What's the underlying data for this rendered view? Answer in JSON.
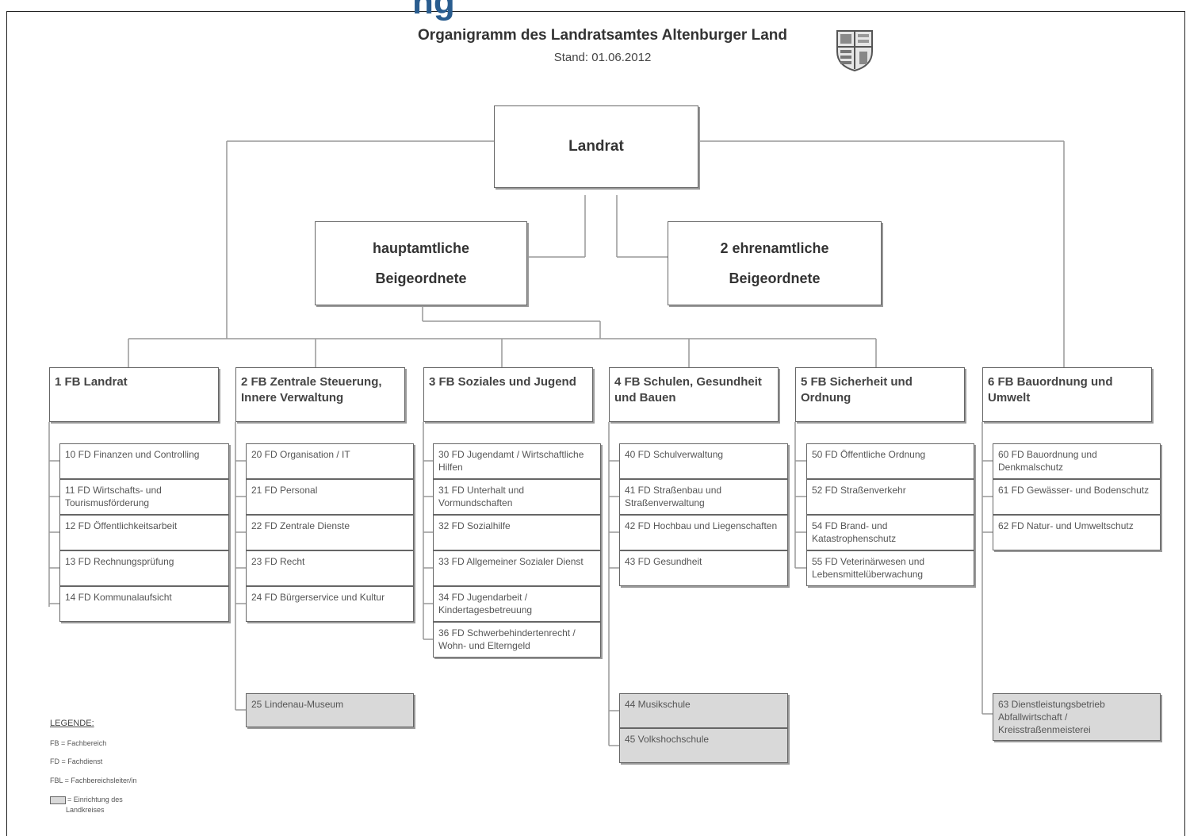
{
  "header": {
    "fragment": "ng",
    "title": "Organigramm des Landratsamtes Altenburger Land",
    "subtitle": "Stand: 01.06.2012",
    "logo": "coat-of-arms"
  },
  "top": {
    "landrat": "Landrat",
    "haupt_line1": "hauptamtliche",
    "haupt_line2": "Beigeordnete",
    "ehren_line1": "2 ehrenamtliche",
    "ehren_line2": "Beigeordnete"
  },
  "fachbereiche": [
    {
      "label": "1 FB Landrat",
      "dienste": [
        "10 FD Finanzen und Controlling",
        "11 FD Wirtschafts- und Tourismusförderung",
        "12 FD Öffentlichkeitsarbeit",
        "13 FD Rechnungsprüfung",
        "14 FD Kommunalaufsicht"
      ],
      "einrichtungen": []
    },
    {
      "label": "2 FB Zentrale Steuerung, Innere Verwaltung",
      "dienste": [
        "20 FD Organisation / IT",
        "21 FD Personal",
        "22 FD Zentrale Dienste",
        "23 FD Recht",
        "24 FD Bürgerservice und Kultur"
      ],
      "einrichtungen": [
        "25 Lindenau-Museum"
      ]
    },
    {
      "label": "3 FB Soziales und Jugend",
      "dienste": [
        "30 FD Jugendamt / Wirtschaftliche Hilfen",
        "31 FD Unterhalt und Vormundschaften",
        "32 FD Sozialhilfe",
        "33 FD Allgemeiner Sozialer Dienst",
        "34 FD Jugendarbeit / Kindertagesbetreuung",
        "36 FD Schwerbehindertenrecht / Wohn- und Elterngeld"
      ],
      "einrichtungen": []
    },
    {
      "label": "4 FB Schulen, Gesundheit und Bauen",
      "dienste": [
        "40 FD Schulverwaltung",
        "41 FD Straßenbau und Straßenverwaltung",
        "42 FD Hochbau und Liegenschaften",
        "43 FD Gesundheit"
      ],
      "einrichtungen": [
        "44 Musikschule",
        "45 Volkshochschule"
      ]
    },
    {
      "label": "5 FB Sicherheit und Ordnung",
      "dienste": [
        "50 FD Öffentliche Ordnung",
        "52 FD Straßenverkehr",
        "54 FD Brand- und Katastrophenschutz",
        "55 FD Veterinärwesen und Lebensmittelüberwachung"
      ],
      "einrichtungen": []
    },
    {
      "label": "6 FB Bauordnung und Umwelt",
      "dienste": [
        "60 FD Bauordnung und Denkmalschutz",
        "61 FD Gewässer- und Bodenschutz",
        "62 FD Natur- und Umweltschutz"
      ],
      "einrichtungen": [
        "63 Dienstleistungsbetrieb Abfallwirtschaft / Kreisstraßenmeisterei"
      ]
    }
  ],
  "legend": {
    "title": "LEGENDE:",
    "fb": "FB  = Fachbereich",
    "fd": "FD  = Fachdienst",
    "fbl": "FBL = Fachbereichsleiter/in",
    "einrichtung_line1": "= Einrichtung des",
    "einrichtung_line2": "Landkreises"
  },
  "colors": {
    "line": "#999999",
    "box_border": "#666666",
    "shaded": "#d9d9d9",
    "fragment": "#2a5d8f"
  }
}
